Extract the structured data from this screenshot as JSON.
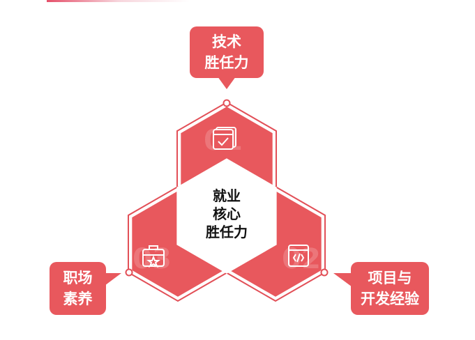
{
  "colors": {
    "accent": "#e8585d",
    "outline": "#e24f57",
    "center_text": "#111111"
  },
  "center": {
    "line1": "就业",
    "line2": "核心",
    "line3": "胜任力"
  },
  "labels": {
    "top": {
      "line1": "技术",
      "line2": "胜任力"
    },
    "left": {
      "line1": "职场",
      "line2": "素养"
    },
    "right": {
      "line1": "项目与",
      "line2": "开发经验"
    }
  },
  "watermarks": {
    "top": "01",
    "right": "02",
    "left": "03"
  },
  "icons": {
    "top": "checklist-window-icon",
    "right": "code-window-icon",
    "left": "briefcase-star-icon"
  }
}
